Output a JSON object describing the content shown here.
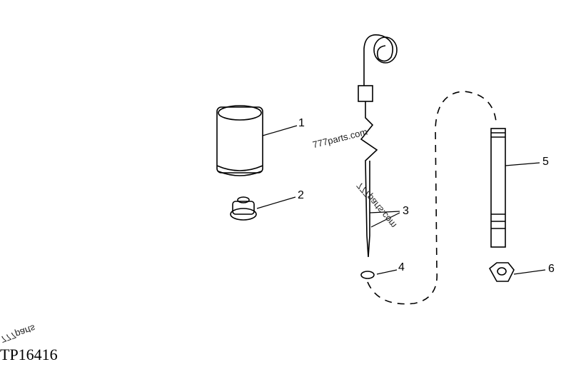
{
  "callouts": [
    "1",
    "2",
    "3",
    "4",
    "5",
    "6"
  ],
  "watermarks": [
    "777parts.com",
    "777parts.com",
    "777parts"
  ],
  "figure_code": "TP16416"
}
